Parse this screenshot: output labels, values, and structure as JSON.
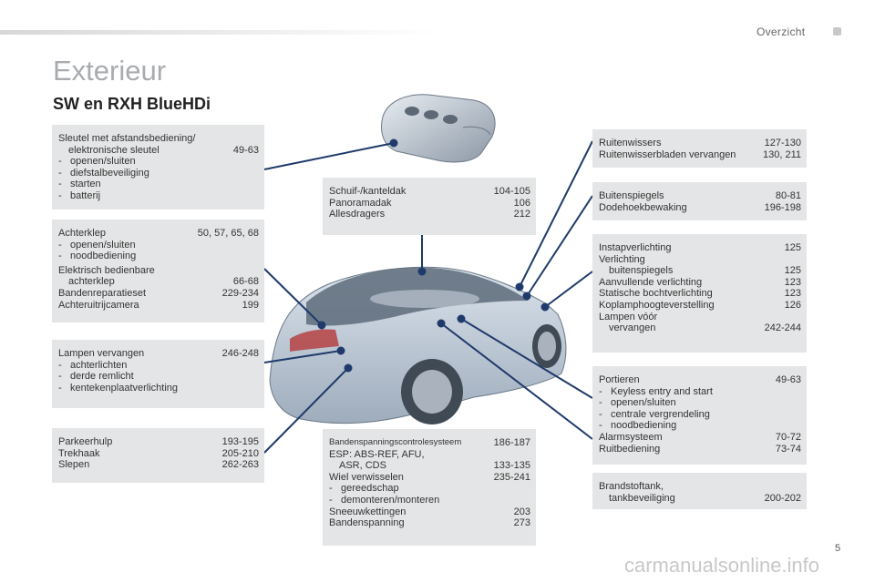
{
  "header": {
    "section": "Overzicht",
    "title": "Exterieur",
    "subtitle": "SW en RXH BlueHDi"
  },
  "boxes": {
    "key": {
      "l1": "Sleutel met afstandsbediening/",
      "l2": "elektronische sleutel",
      "p2": "49-63",
      "s1": "openen/sluiten",
      "s2": "diefstalbeveiliging",
      "s3": "starten",
      "s4": "batterij"
    },
    "tailgate": {
      "l1": "Achterklep",
      "p1": "50, 57, 65, 68",
      "s1": "openen/sluiten",
      "s2": "noodbediening",
      "l2": "Elektrisch bedienbare",
      "l3": "achterklep",
      "p3": "66-68",
      "l4": "Bandenreparatieset",
      "p4": "229-234",
      "l5": "Achteruitrijcamera",
      "p5": "199"
    },
    "lamps": {
      "l1": "Lampen vervangen",
      "p1": "246-248",
      "s1": "achterlichten",
      "s2": "derde remlicht",
      "s3": "kentekenplaatverlichting"
    },
    "parking": {
      "l1": "Parkeerhulp",
      "p1": "193-195",
      "l2": "Trekhaak",
      "p2": "205-210",
      "l3": "Slepen",
      "p3": "262-263"
    },
    "roof": {
      "l1": "Schuif-/kanteldak",
      "p1": "104-105",
      "l2": "Panoramadak",
      "p2": "106",
      "l3": "Allesdragers",
      "p3": "212"
    },
    "tyres": {
      "l1": "Bandenspanningscontrolesysteem",
      "p1": "186-187",
      "l2": "ESP: ABS-REF, AFU,",
      "l3": "ASR, CDS",
      "p3": "133-135",
      "l4": "Wiel verwisselen",
      "p4": "235-241",
      "s1": "gereedschap",
      "s2": "demonteren/monteren",
      "l5": "Sneeuwkettingen",
      "p5": "203",
      "l6": "Bandenspanning",
      "p6": "273"
    },
    "wipers": {
      "l1": "Ruitenwissers",
      "p1": "127-130",
      "l2": "Ruitenwisserbladen vervangen",
      "p2": "130, 211"
    },
    "mirrors": {
      "l1": "Buitenspiegels",
      "p1": "80-81",
      "l2": "Dodehoekbewaking",
      "p2": "196-198"
    },
    "lighting": {
      "l1": "Instapverlichting",
      "p1": "125",
      "l2": "Verlichting",
      "l3": "buitenspiegels",
      "p3": "125",
      "l4": "Aanvullende verlichting",
      "p4": "123",
      "l5": "Statische bochtverlichting",
      "p5": "123",
      "l6": "Koplamphoogteverstelling",
      "p6": "126",
      "l7": "Lampen vóór",
      "l8": "vervangen",
      "p8": "242-244"
    },
    "doors": {
      "l1": "Portieren",
      "p1": "49-63",
      "s1": "Keyless entry and start",
      "s2": "openen/sluiten",
      "s3": "centrale vergrendeling",
      "s4": "noodbediening",
      "l2": "Alarmsysteem",
      "p2": "70-72",
      "l3": "Ruitbediening",
      "p3": "73-74"
    },
    "fuel": {
      "l1": "Brandstoftank,",
      "l2": "tankbeveiliging",
      "p2": "200-202"
    }
  },
  "footer": {
    "page": "5",
    "watermark": "carmanualsonline.info"
  },
  "colors": {
    "box": "#e4e5e6",
    "line": "#1f3a6b",
    "title": "#a8acb0"
  }
}
